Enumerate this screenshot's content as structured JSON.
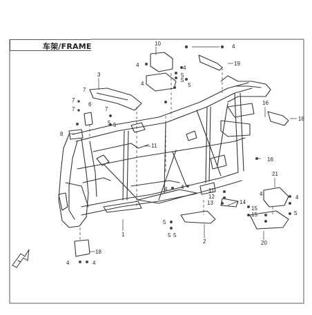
{
  "header": {
    "title": "车架/FRAME"
  },
  "callouts": [
    "1",
    "2",
    "3",
    "4",
    "5",
    "6",
    "7",
    "8",
    "10",
    "11",
    "12",
    "13",
    "14",
    "15",
    "16",
    "17",
    "18",
    "19",
    "20",
    "21"
  ],
  "icons": {
    "front_arrow": "front-direction-arrow-icon"
  },
  "colors": {
    "line": "#333333",
    "frame_border": "#555555",
    "background": "#ffffff"
  }
}
